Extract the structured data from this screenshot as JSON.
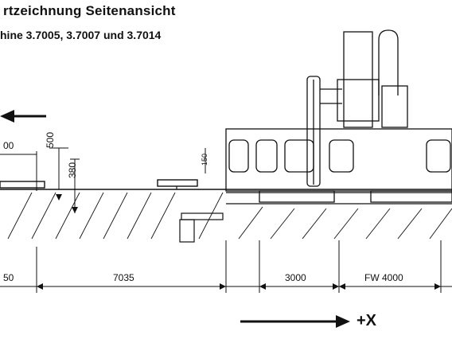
{
  "title": "rtzeichnung  Seitenansicht",
  "subtitle": "hine 3.7005, 3.7007 und 3.7014",
  "dimensions": {
    "top_left": "00",
    "vertical_a": "500",
    "vertical_b": "380",
    "small_label": "150",
    "bottom_left": "50",
    "bottom_mid": "7035",
    "bottom_right_a": "3000",
    "bottom_right_b": "FW 4000"
  },
  "axis": {
    "label": "+X"
  },
  "colors": {
    "ink": "#111111",
    "paper": "#ffffff"
  },
  "icons": {
    "left_arrow": "arrow-left-icon",
    "right_arrow": "arrow-right-icon"
  }
}
